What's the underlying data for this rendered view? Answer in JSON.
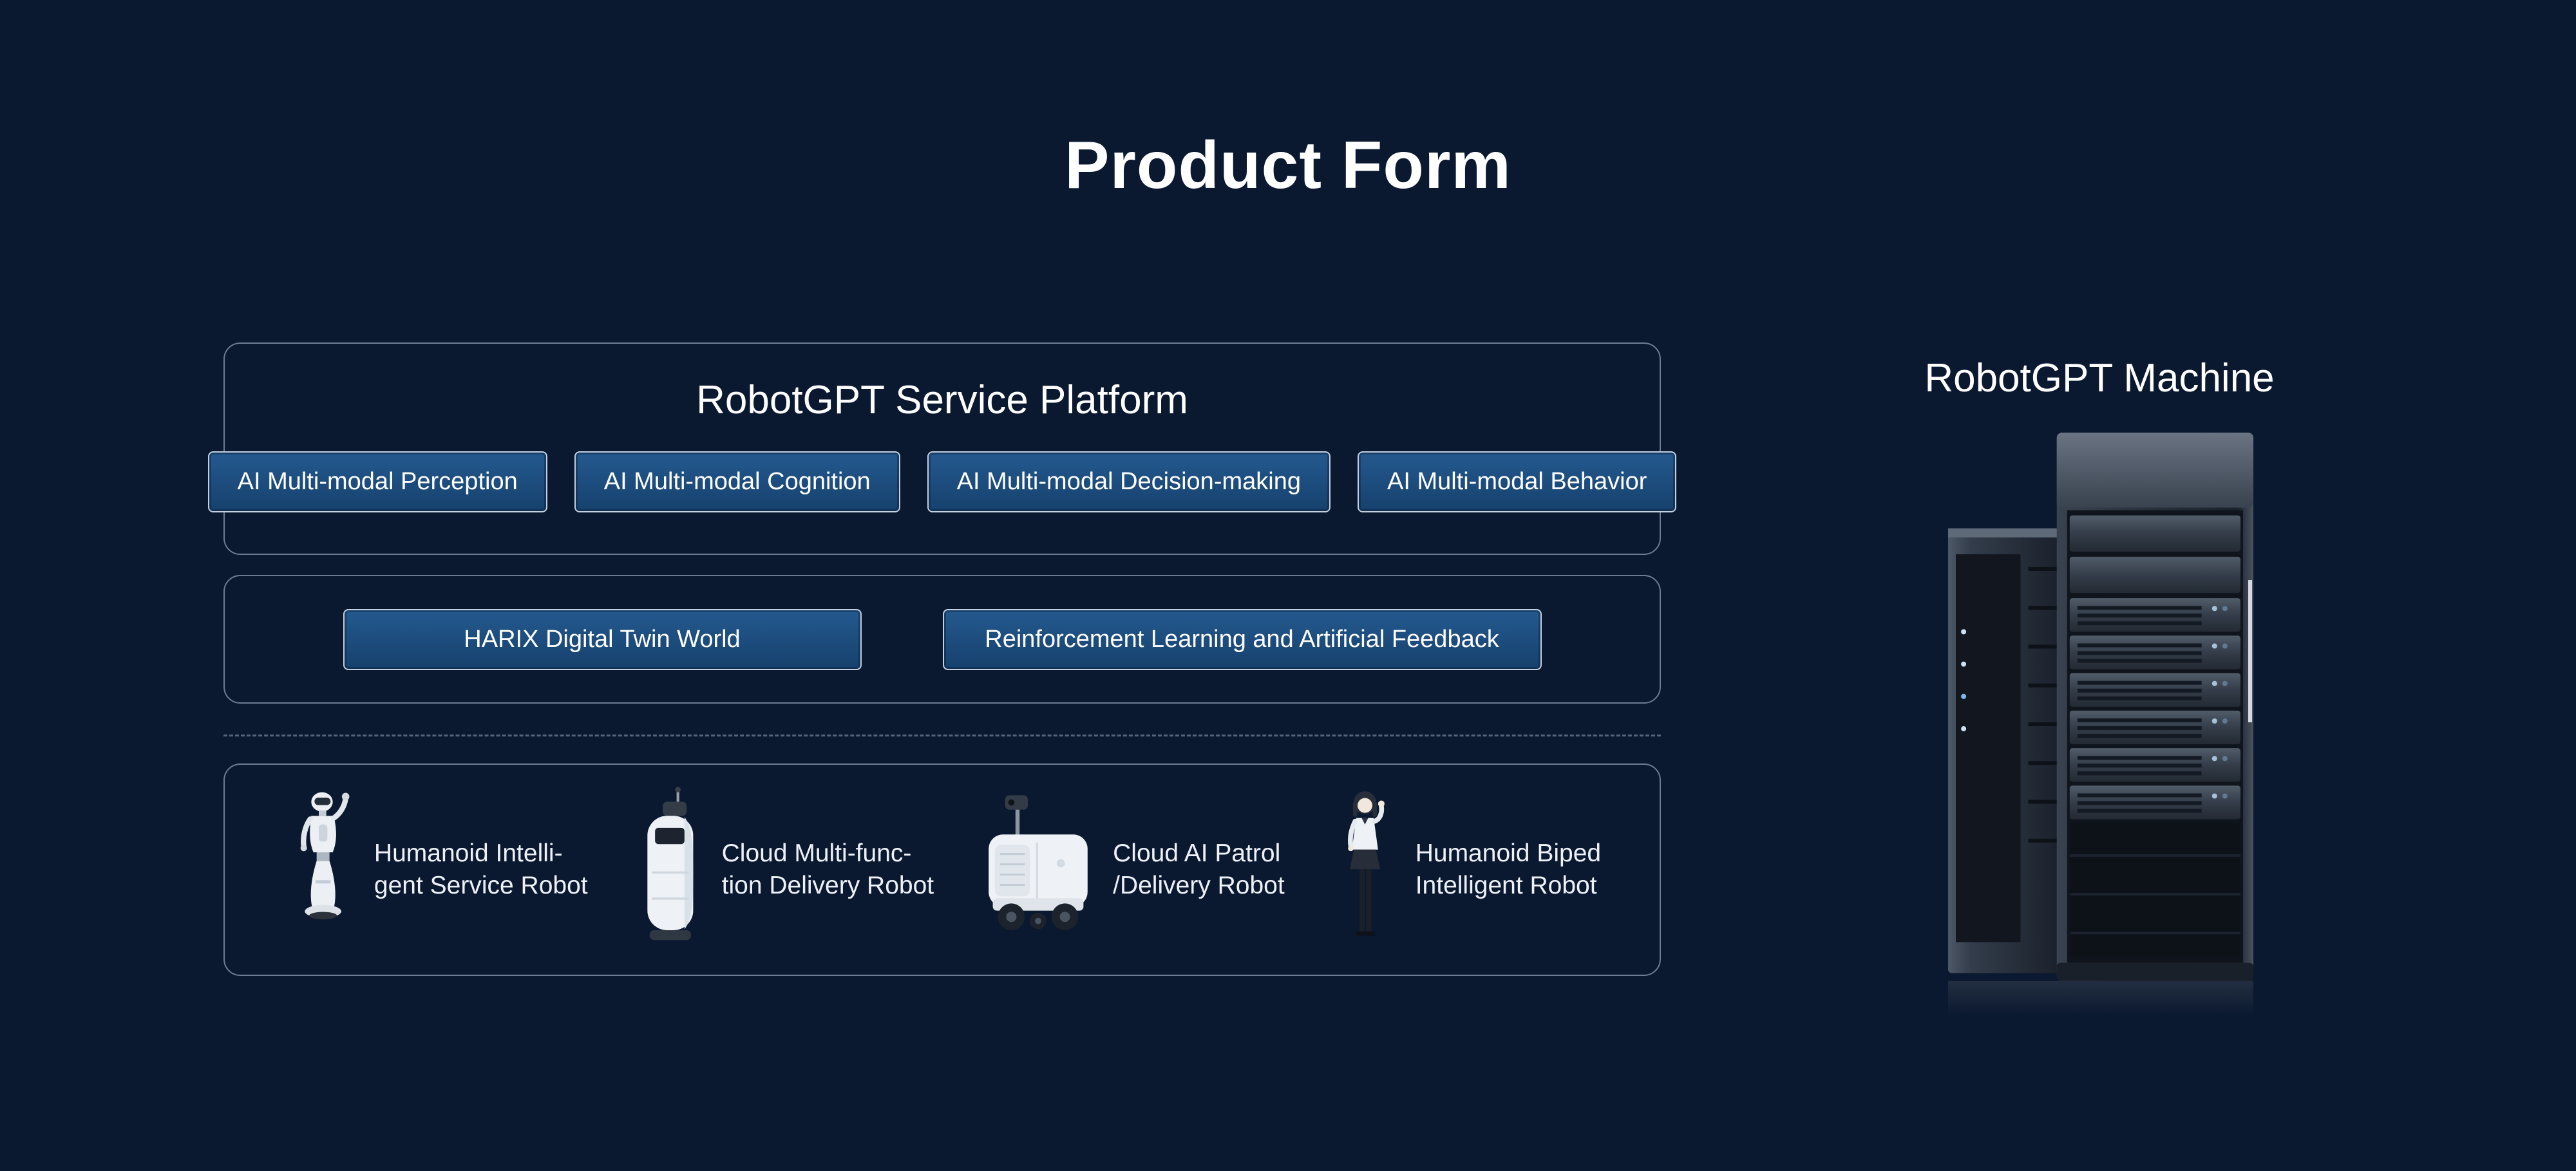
{
  "page": {
    "title": "Product Form"
  },
  "platform": {
    "title": "RobotGPT Service Platform",
    "buttons": [
      {
        "label": "AI Multi-modal Perception"
      },
      {
        "label": "AI Multi-modal Cognition"
      },
      {
        "label": "AI Multi-modal Decision-making"
      },
      {
        "label": "AI Multi-modal Behavior"
      }
    ]
  },
  "middle": {
    "buttons": [
      {
        "label": "HARIX Digital Twin World"
      },
      {
        "label": "Reinforcement Learning and Artificial Feedback"
      }
    ]
  },
  "robots": {
    "items": [
      {
        "icon": "humanoid-service-robot-icon",
        "label_line1": "Humanoid Intelli-",
        "label_line2": "gent Service Robot"
      },
      {
        "icon": "delivery-robot-icon",
        "label_line1": "Cloud Multi-func-",
        "label_line2": "tion Delivery Robot"
      },
      {
        "icon": "patrol-robot-icon",
        "label_line1": "Cloud AI Patrol",
        "label_line2": "/Delivery Robot"
      },
      {
        "icon": "biped-robot-icon",
        "label_line1": "Humanoid Biped",
        "label_line2": "Intelligent Robot"
      }
    ]
  },
  "machine": {
    "title": "RobotGPT Machine",
    "image": "server-rack-image"
  },
  "colors": {
    "background": "#0a1830",
    "chip_fill_top": "#24598f",
    "chip_fill_bottom": "#16416d",
    "chip_border": "#c3cfdf",
    "panel_border": "#a3b2ca",
    "text": "#ffffff"
  }
}
